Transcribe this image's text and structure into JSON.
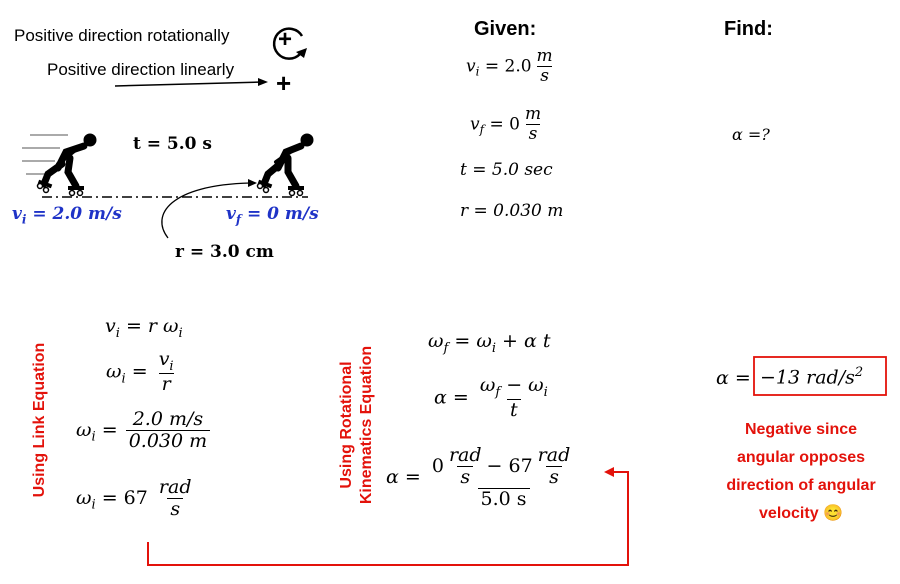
{
  "header": {
    "given": "Given:",
    "find": "Find:"
  },
  "diagram": {
    "pos_rot": "Positive direction rotationally",
    "pos_lin": "Positive direction linearly",
    "plus_symbol": "+",
    "time_label": "t = 5.0 s",
    "vi_label": "v",
    "vi_sub": "i",
    "vi_value": "= 2.0 m/s",
    "vf_label": "v",
    "vf_sub": "f",
    "vf_value": "= 0 m/s",
    "radius_label": "r = 3.0 cm",
    "colors": {
      "velocity": "#1f33c7",
      "accent": "#e3120b"
    }
  },
  "given": {
    "vi": {
      "sym": "v",
      "sub": "i",
      "eq": "= 2.0",
      "num": "m",
      "den": "s"
    },
    "vf": {
      "sym": "v",
      "sub": "f",
      "eq": "= 0",
      "num": "m",
      "den": "s"
    },
    "t": {
      "text": "t = 5.0 sec"
    },
    "r": {
      "text": "r = 0.030 m"
    }
  },
  "find": {
    "alpha": "α =?"
  },
  "link": {
    "label": "Using Link Equation",
    "eq1": {
      "left": "v",
      "left_sub": "i",
      "right": "= r ω",
      "right_sub": "i"
    },
    "eq2": {
      "left": "ω",
      "left_sub": "i",
      "eq": "=",
      "num": "v",
      "num_sub": "i",
      "den": "r"
    },
    "eq3": {
      "left": "ω",
      "left_sub": "i",
      "eq": "=",
      "num": "2.0 m/s",
      "den": "0.030 m"
    },
    "eq4": {
      "left": "ω",
      "left_sub": "i",
      "eq": "= 67",
      "num": "rad",
      "den": "s"
    }
  },
  "rot": {
    "label_line1": "Using Rotational",
    "label_line2": "Kinematics Equation",
    "eq1": {
      "a": "ω",
      "a_sub": "f",
      "b": "= ω",
      "b_sub": "i",
      "c": "+ α t"
    },
    "eq2": {
      "left": "α =",
      "num_a": "ω",
      "num_a_sub": "f",
      "num_b": " − ω",
      "num_b_sub": "i",
      "den": "t"
    },
    "eq3": {
      "left": "α =",
      "n1": "0",
      "n1_num": "rad",
      "n1_den": "s",
      "n2": " − 67",
      "n2_num": "rad",
      "n2_den": "s",
      "den": "5.0 s"
    }
  },
  "answer": {
    "left": "α =",
    "value": "−13 rad/s",
    "exp": "2",
    "note_line1": "Negative since",
    "note_line2": "angular opposes",
    "note_line3": "direction of angular",
    "note_line4": "velocity",
    "emoji": "😊"
  }
}
